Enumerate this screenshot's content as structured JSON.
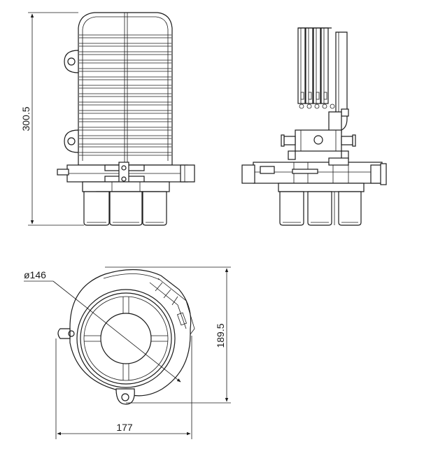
{
  "dimensions": {
    "height_label": "300.5",
    "diameter_label": "ø146",
    "width_label": "177",
    "depth_label": "189.5"
  },
  "colors": {
    "line": "#1a1a1a",
    "background": "#ffffff"
  }
}
